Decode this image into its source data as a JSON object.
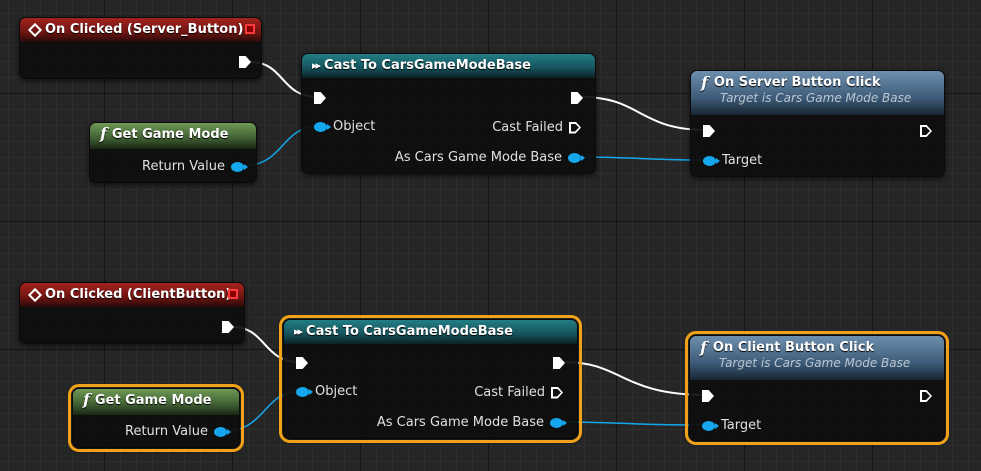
{
  "colors": {
    "event_header": "#8b1a17",
    "cast_header": "#1f6b72",
    "pure_header": "#56803f",
    "function_header": "#56768f",
    "exec_wire": "#ffffff",
    "object_wire": "#14a7ee",
    "selection": "#f2a218"
  },
  "icons": {
    "event": "event-diamond-icon",
    "delegate": "delegate-square-icon",
    "cast": "cast-arrow-icon",
    "function": "function-f-icon",
    "exec_pin": "exec-pin-icon",
    "object_pin": "object-pin-icon"
  },
  "graph": {
    "server": {
      "event_title": "On Clicked (Server_Button)",
      "get_game_mode_title": "Get Game Mode",
      "get_game_mode_output": "Return Value",
      "cast_title": "Cast To CarsGameModeBase",
      "cast_object_pin": "Object",
      "cast_failed_pin": "Cast Failed",
      "cast_output_pin": "As Cars Game Mode Base",
      "function_title": "On Server Button Click",
      "function_subtitle": "Target is Cars Game Mode Base",
      "function_target_pin": "Target"
    },
    "client": {
      "event_title": "On Clicked (ClientButton)",
      "get_game_mode_title": "Get Game Mode",
      "get_game_mode_output": "Return Value",
      "cast_title": "Cast To CarsGameModeBase",
      "cast_object_pin": "Object",
      "cast_failed_pin": "Cast Failed",
      "cast_output_pin": "As Cars Game Mode Base",
      "function_title": "On Client Button Click",
      "function_subtitle": "Target is Cars Game Mode Base",
      "function_target_pin": "Target"
    }
  }
}
